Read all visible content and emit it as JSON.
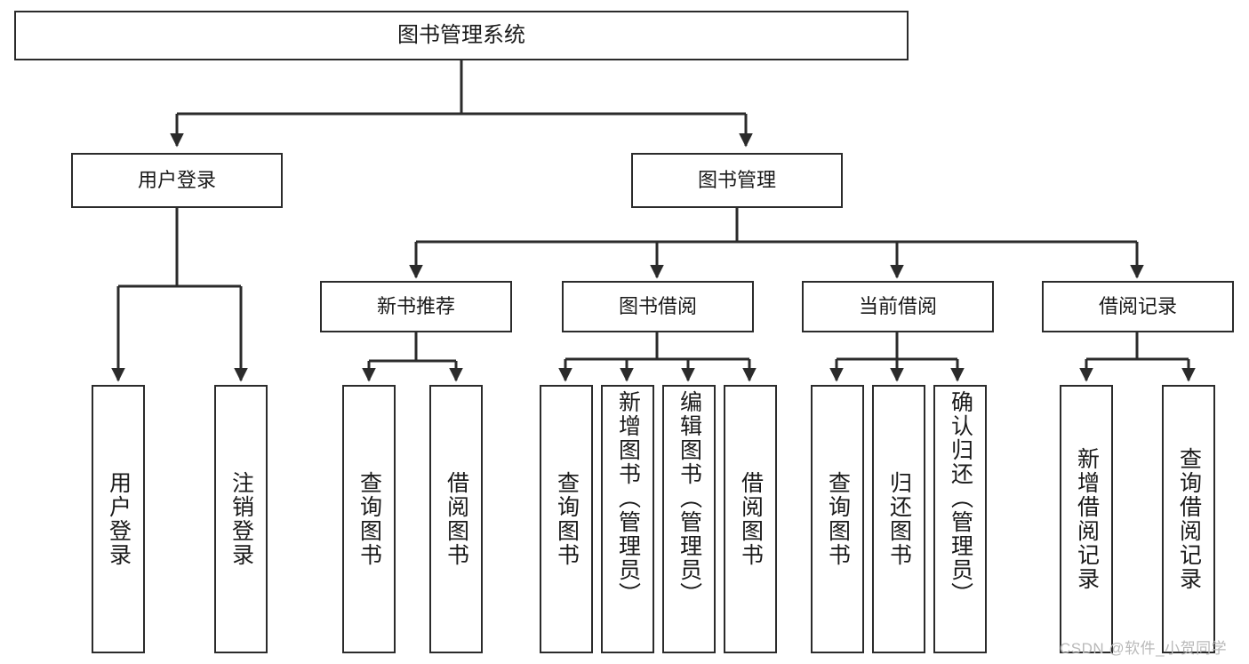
{
  "diagram": {
    "title": "图书管理系统",
    "type": "hierarchy-tree",
    "nodes": {
      "root": {
        "label": "图书管理系统"
      },
      "level2": [
        {
          "id": "user-login",
          "label": "用户登录"
        },
        {
          "id": "book-manage",
          "label": "图书管理"
        }
      ],
      "level3": [
        {
          "id": "new-book-recommend",
          "label": "新书推荐"
        },
        {
          "id": "book-borrow",
          "label": "图书借阅"
        },
        {
          "id": "current-borrow",
          "label": "当前借阅"
        },
        {
          "id": "borrow-record",
          "label": "借阅记录"
        }
      ],
      "leaves": [
        {
          "id": "leaf-user-login",
          "label": "用户登录",
          "parent": "user-login"
        },
        {
          "id": "leaf-user-logout",
          "label": "注销登录",
          "parent": "user-login"
        },
        {
          "id": "leaf-query-book-1",
          "label": "查询图书",
          "parent": "new-book-recommend"
        },
        {
          "id": "leaf-borrow-book-1",
          "label": "借阅图书",
          "parent": "new-book-recommend"
        },
        {
          "id": "leaf-query-book-2",
          "label": "查询图书",
          "parent": "book-borrow"
        },
        {
          "id": "leaf-add-book",
          "label": "新增图书（管理员）",
          "parent": "book-borrow"
        },
        {
          "id": "leaf-edit-book",
          "label": "编辑图书（管理员）",
          "parent": "book-borrow"
        },
        {
          "id": "leaf-borrow-book-2",
          "label": "借阅图书",
          "parent": "book-borrow"
        },
        {
          "id": "leaf-query-book-3",
          "label": "查询图书",
          "parent": "current-borrow"
        },
        {
          "id": "leaf-return-book",
          "label": "归还图书",
          "parent": "current-borrow"
        },
        {
          "id": "leaf-confirm-return",
          "label": "确认归还（管理员）",
          "parent": "current-borrow"
        },
        {
          "id": "leaf-add-record",
          "label": "新增借阅记录",
          "parent": "borrow-record"
        },
        {
          "id": "leaf-query-record",
          "label": "查询借阅记录",
          "parent": "borrow-record"
        }
      ]
    },
    "watermark": "CSDN @软件_小贺同学",
    "colors": {
      "border": "#2b2b2b",
      "background": "#ffffff",
      "text": "#1a1a1a",
      "watermark": "#b9b9b9"
    }
  }
}
